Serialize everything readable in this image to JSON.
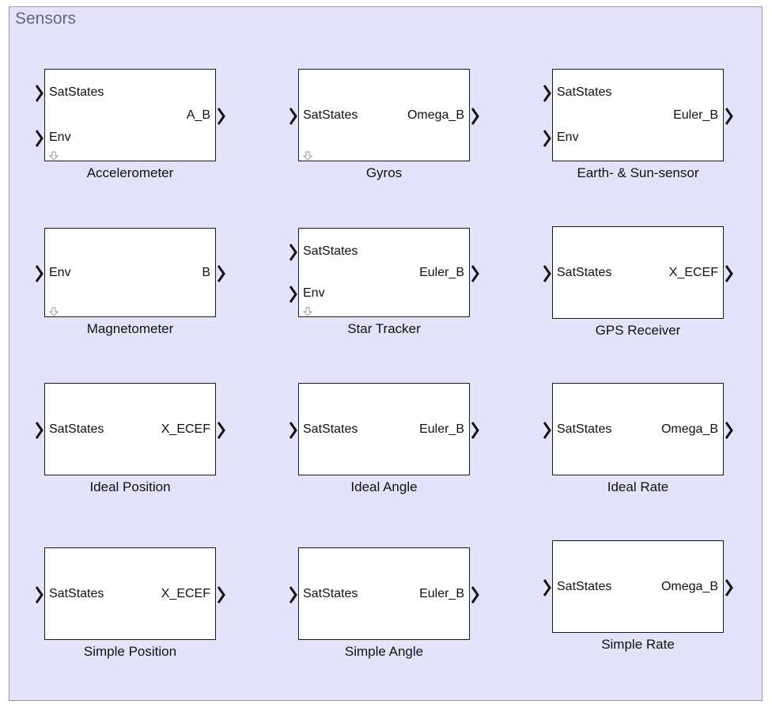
{
  "area": {
    "title": "Sensors"
  },
  "blocks": [
    {
      "id": "accelerometer",
      "name": "Accelerometer",
      "inputs": [
        "SatStates",
        "Env"
      ],
      "outputs": [
        "A_B"
      ],
      "down_arrow": true
    },
    {
      "id": "gyros",
      "name": "Gyros",
      "inputs": [
        "SatStates"
      ],
      "outputs": [
        "Omega_B"
      ],
      "down_arrow": true
    },
    {
      "id": "earth-sun-sensor",
      "name": "Earth- & Sun-sensor",
      "inputs": [
        "SatStates",
        "Env"
      ],
      "outputs": [
        "Euler_B"
      ],
      "down_arrow": false
    },
    {
      "id": "magnetometer",
      "name": "Magnetometer",
      "inputs": [
        "Env"
      ],
      "outputs": [
        "B"
      ],
      "down_arrow": true
    },
    {
      "id": "star-tracker",
      "name": "Star Tracker",
      "inputs": [
        "SatStates",
        "Env"
      ],
      "outputs": [
        "Euler_B"
      ],
      "down_arrow": true
    },
    {
      "id": "gps-receiver",
      "name": "GPS Receiver",
      "inputs": [
        "SatStates"
      ],
      "outputs": [
        "X_ECEF"
      ],
      "down_arrow": false
    },
    {
      "id": "ideal-position",
      "name": "Ideal Position",
      "inputs": [
        "SatStates"
      ],
      "outputs": [
        "X_ECEF"
      ],
      "down_arrow": false
    },
    {
      "id": "ideal-angle",
      "name": "Ideal Angle",
      "inputs": [
        "SatStates"
      ],
      "outputs": [
        "Euler_B"
      ],
      "down_arrow": false
    },
    {
      "id": "ideal-rate",
      "name": "Ideal Rate",
      "inputs": [
        "SatStates"
      ],
      "outputs": [
        "Omega_B"
      ],
      "down_arrow": false
    },
    {
      "id": "simple-position",
      "name": "Simple Position",
      "inputs": [
        "SatStates"
      ],
      "outputs": [
        "X_ECEF"
      ],
      "down_arrow": false
    },
    {
      "id": "simple-angle",
      "name": "Simple Angle",
      "inputs": [
        "SatStates"
      ],
      "outputs": [
        "Euler_B"
      ],
      "down_arrow": false
    },
    {
      "id": "simple-rate",
      "name": "Simple Rate",
      "inputs": [
        "SatStates"
      ],
      "outputs": [
        "Omega_B"
      ],
      "down_arrow": false
    }
  ]
}
